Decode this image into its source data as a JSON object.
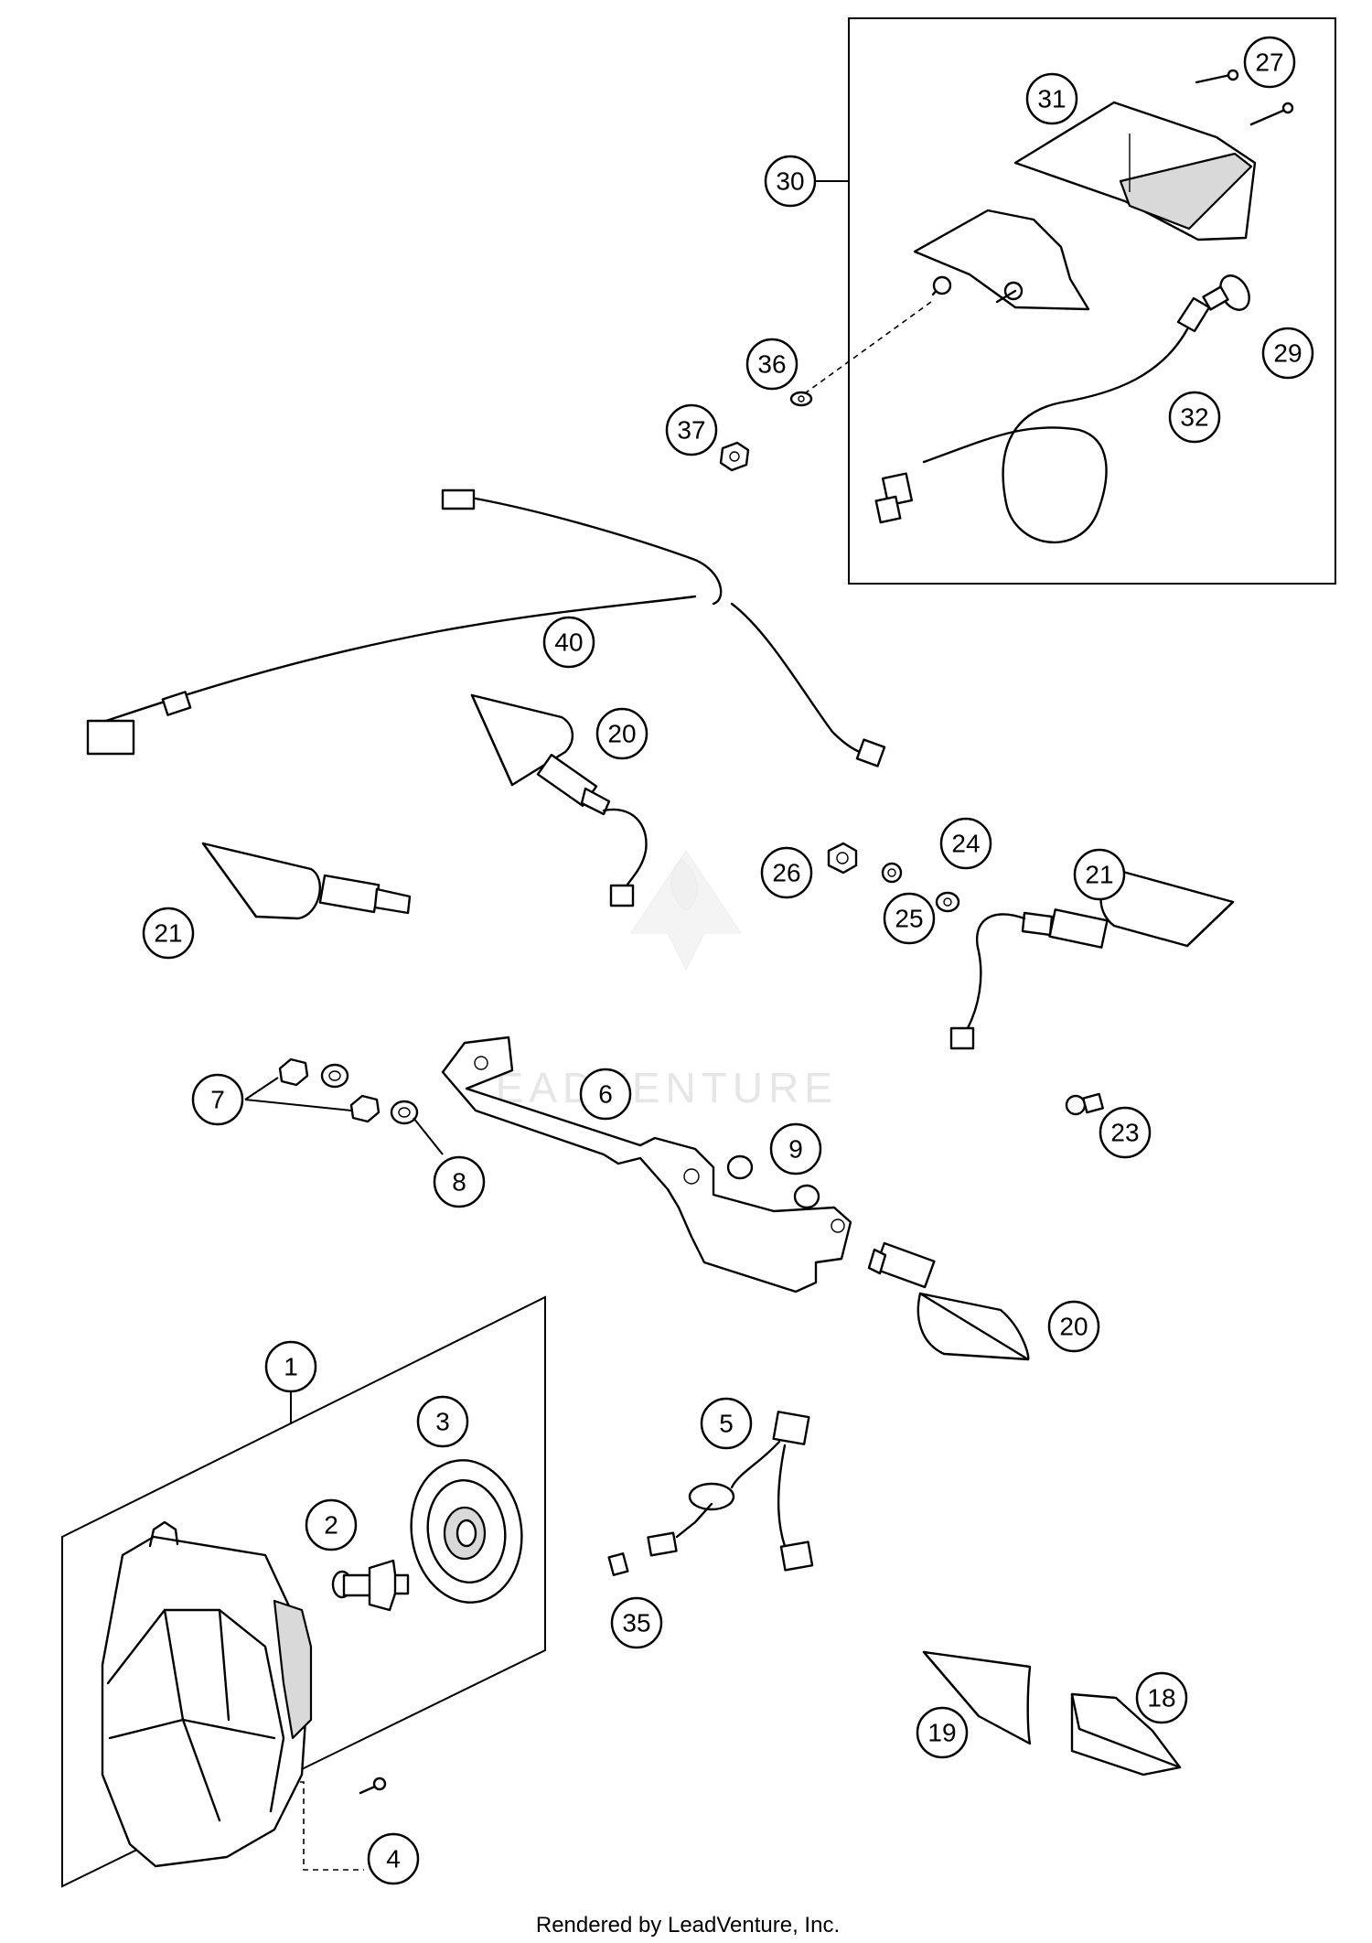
{
  "callouts": [
    "1",
    "2",
    "3",
    "4",
    "5",
    "6",
    "7",
    "8",
    "9",
    "18",
    "19",
    "20",
    "20",
    "21",
    "21",
    "23",
    "24",
    "25",
    "26",
    "27",
    "29",
    "30",
    "31",
    "32",
    "35",
    "36",
    "37",
    "40"
  ],
  "watermark": "LEADVENTURE",
  "footer": "Rendered by LeadVenture, Inc."
}
